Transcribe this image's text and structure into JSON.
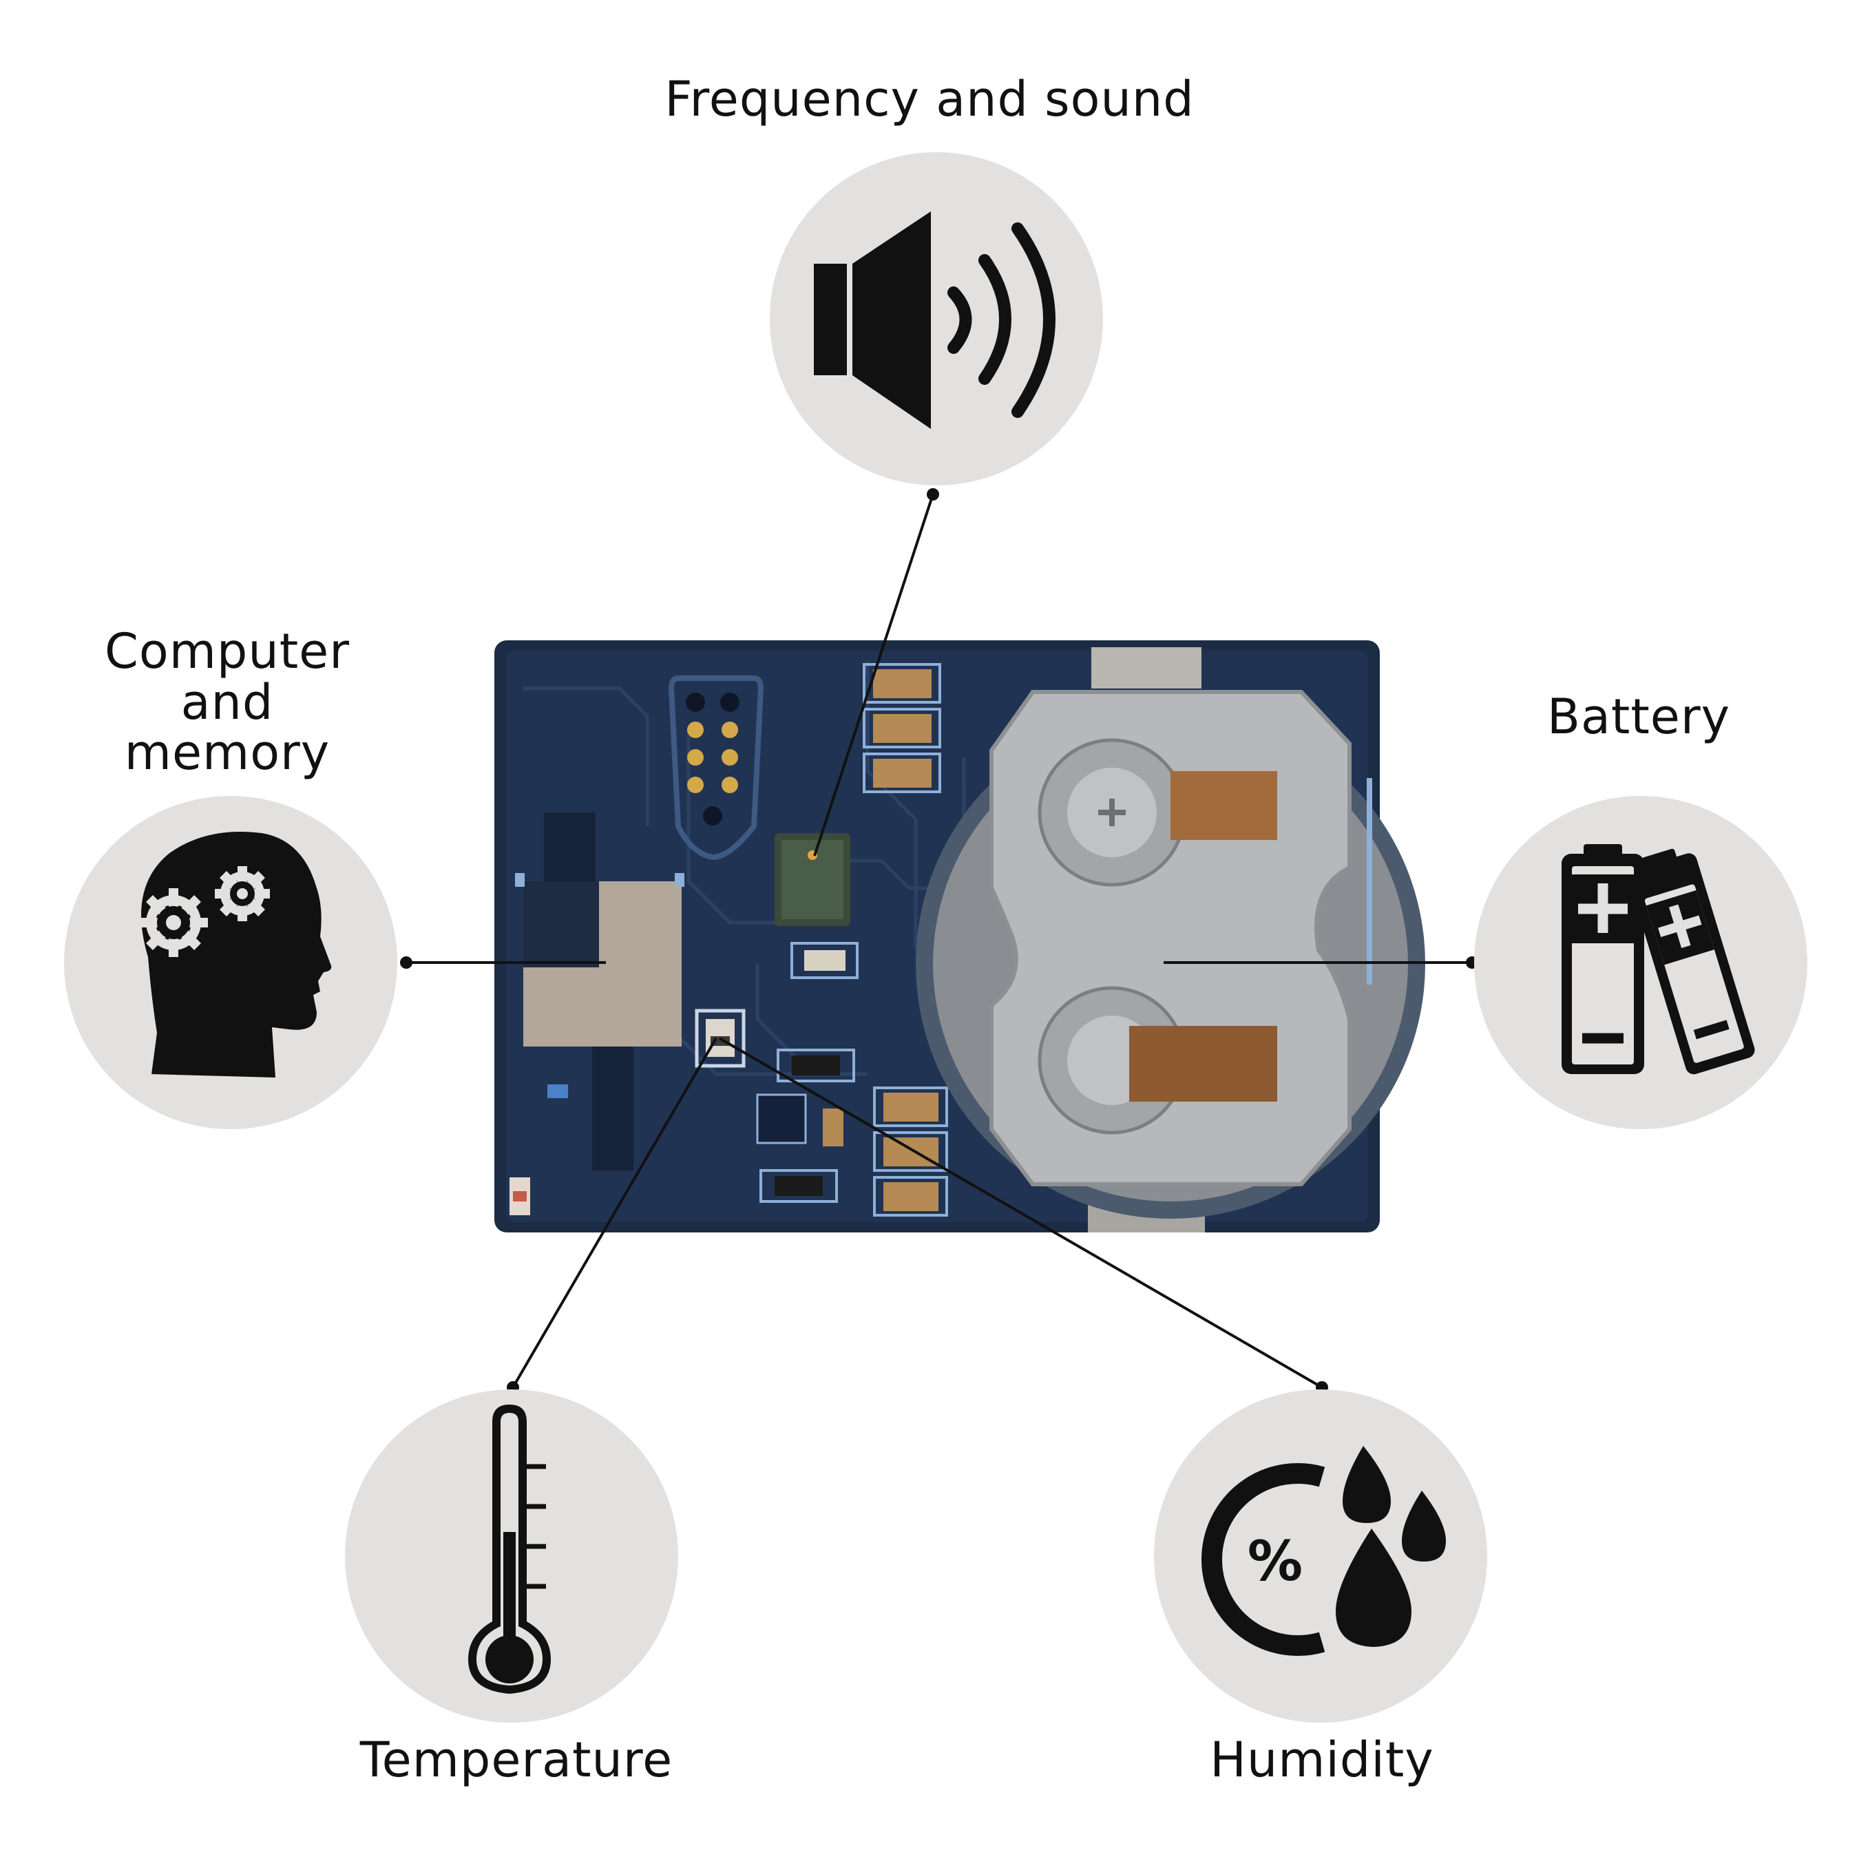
{
  "labels": {
    "sound": "Frequency and sound",
    "computer": [
      "Computer",
      "and",
      "memory"
    ],
    "battery": "Battery",
    "temperature": "Temperature",
    "humidity": "Humidity"
  },
  "icons": {
    "sound": "speaker-icon",
    "computer": "head-gears-icon",
    "battery": "batteries-icon",
    "temperature": "thermometer-icon",
    "humidity": "humidity-drops-icon"
  },
  "humidity_icon_text": "%",
  "colors": {
    "background": "#ffffff",
    "icon_circle": "#e2e1df",
    "icon_fill": "#111111",
    "board": "#1c2c45",
    "leader_line": "#111111"
  }
}
